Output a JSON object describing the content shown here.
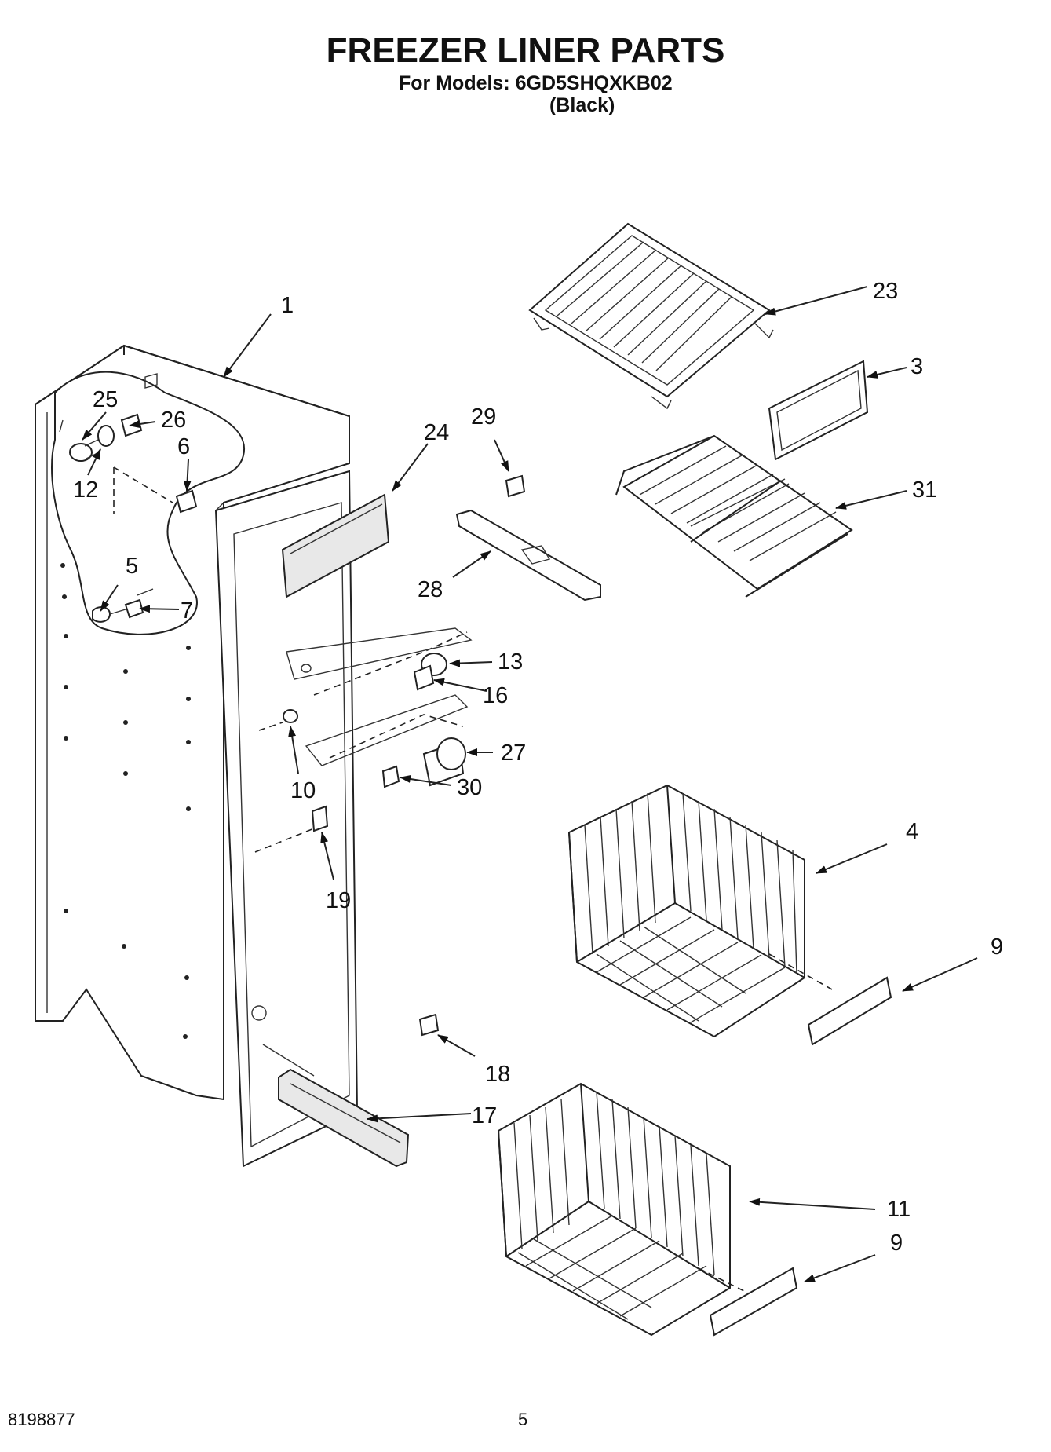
{
  "header": {
    "title": "FREEZER LINER PARTS",
    "models_line": "For Models: 6GD5SHQXKB02",
    "color_line": "(Black)"
  },
  "footer": {
    "doc_number": "8198877",
    "page_number": "5"
  },
  "callouts": [
    {
      "id": "c1",
      "label": "1"
    },
    {
      "id": "c25",
      "label": "25"
    },
    {
      "id": "c26",
      "label": "26"
    },
    {
      "id": "c6",
      "label": "6"
    },
    {
      "id": "c12",
      "label": "12"
    },
    {
      "id": "c5",
      "label": "5"
    },
    {
      "id": "c7",
      "label": "7"
    },
    {
      "id": "c24",
      "label": "24"
    },
    {
      "id": "c29",
      "label": "29"
    },
    {
      "id": "c28",
      "label": "28"
    },
    {
      "id": "c23",
      "label": "23"
    },
    {
      "id": "c3",
      "label": "3"
    },
    {
      "id": "c31",
      "label": "31"
    },
    {
      "id": "c13",
      "label": "13"
    },
    {
      "id": "c16",
      "label": "16"
    },
    {
      "id": "c27",
      "label": "27"
    },
    {
      "id": "c30",
      "label": "30"
    },
    {
      "id": "c10",
      "label": "10"
    },
    {
      "id": "c19",
      "label": "19"
    },
    {
      "id": "c4",
      "label": "4"
    },
    {
      "id": "c9a",
      "label": "9"
    },
    {
      "id": "c18",
      "label": "18"
    },
    {
      "id": "c17",
      "label": "17"
    },
    {
      "id": "c11",
      "label": "11"
    },
    {
      "id": "c9b",
      "label": "9"
    }
  ]
}
